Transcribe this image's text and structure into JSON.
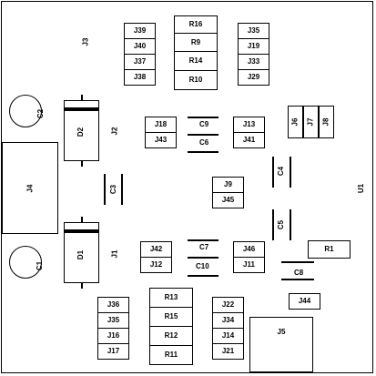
{
  "board": {
    "title_ref": "U1"
  },
  "colors": {
    "ink": "#000000",
    "paper": "#ffffff"
  },
  "components": {
    "j39": "J39",
    "j40": "J40",
    "j37": "J37",
    "j38": "J38",
    "j3": "J3",
    "r16": "R16",
    "r9": "R9",
    "r14": "R14",
    "r10": "R10",
    "j35": "J35",
    "j19": "J19",
    "j33": "J33",
    "j29": "J29",
    "c2": "C2",
    "d2": "D2",
    "j2": "J2",
    "j18": "J18",
    "j43": "J43",
    "c9": "C9",
    "c6": "C6",
    "j13": "J13",
    "j41": "J41",
    "j6": "J6",
    "j7": "J7",
    "j8": "J8",
    "j4": "J4",
    "c3": "C3",
    "j9": "J9",
    "j45": "J45",
    "c4": "C4",
    "u1": "U1",
    "c5": "C5",
    "d1": "D1",
    "c1": "C1",
    "j1": "J1",
    "j42": "J42",
    "j12": "J12",
    "c7": "C7",
    "c10": "C10",
    "j46": "J46",
    "j11": "J11",
    "r1": "R1",
    "c8": "C8",
    "j44": "J44",
    "j36": "J36",
    "j35b": "J35",
    "j16": "J16",
    "j17": "J17",
    "r13": "R13",
    "r15": "R15",
    "r12": "R12",
    "r11": "R11",
    "j22": "J22",
    "j34": "J34",
    "j14": "J14",
    "j21": "J21",
    "j5": "J5"
  }
}
